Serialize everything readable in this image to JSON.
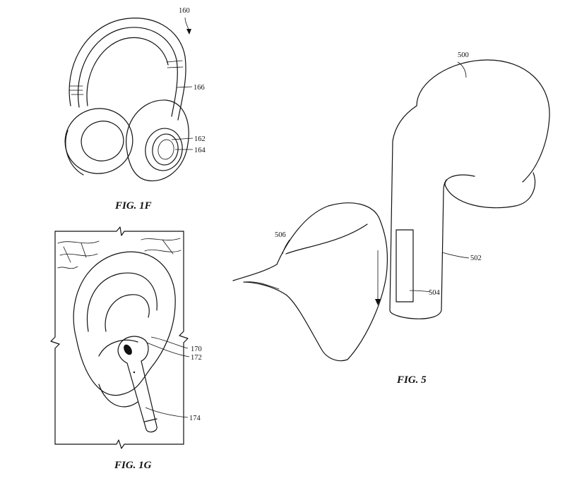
{
  "figures": {
    "fig1f": {
      "caption": "FIG. 1F",
      "refs": {
        "r160": "160",
        "r166": "166",
        "r162": "162",
        "r164": "164"
      }
    },
    "fig1g": {
      "caption": "FIG. 1G",
      "refs": {
        "r170": "170",
        "r172": "172",
        "r174": "174"
      }
    },
    "fig5": {
      "caption": "FIG. 5",
      "refs": {
        "r500": "500",
        "r502": "502",
        "r504": "504",
        "r506": "506"
      }
    }
  }
}
